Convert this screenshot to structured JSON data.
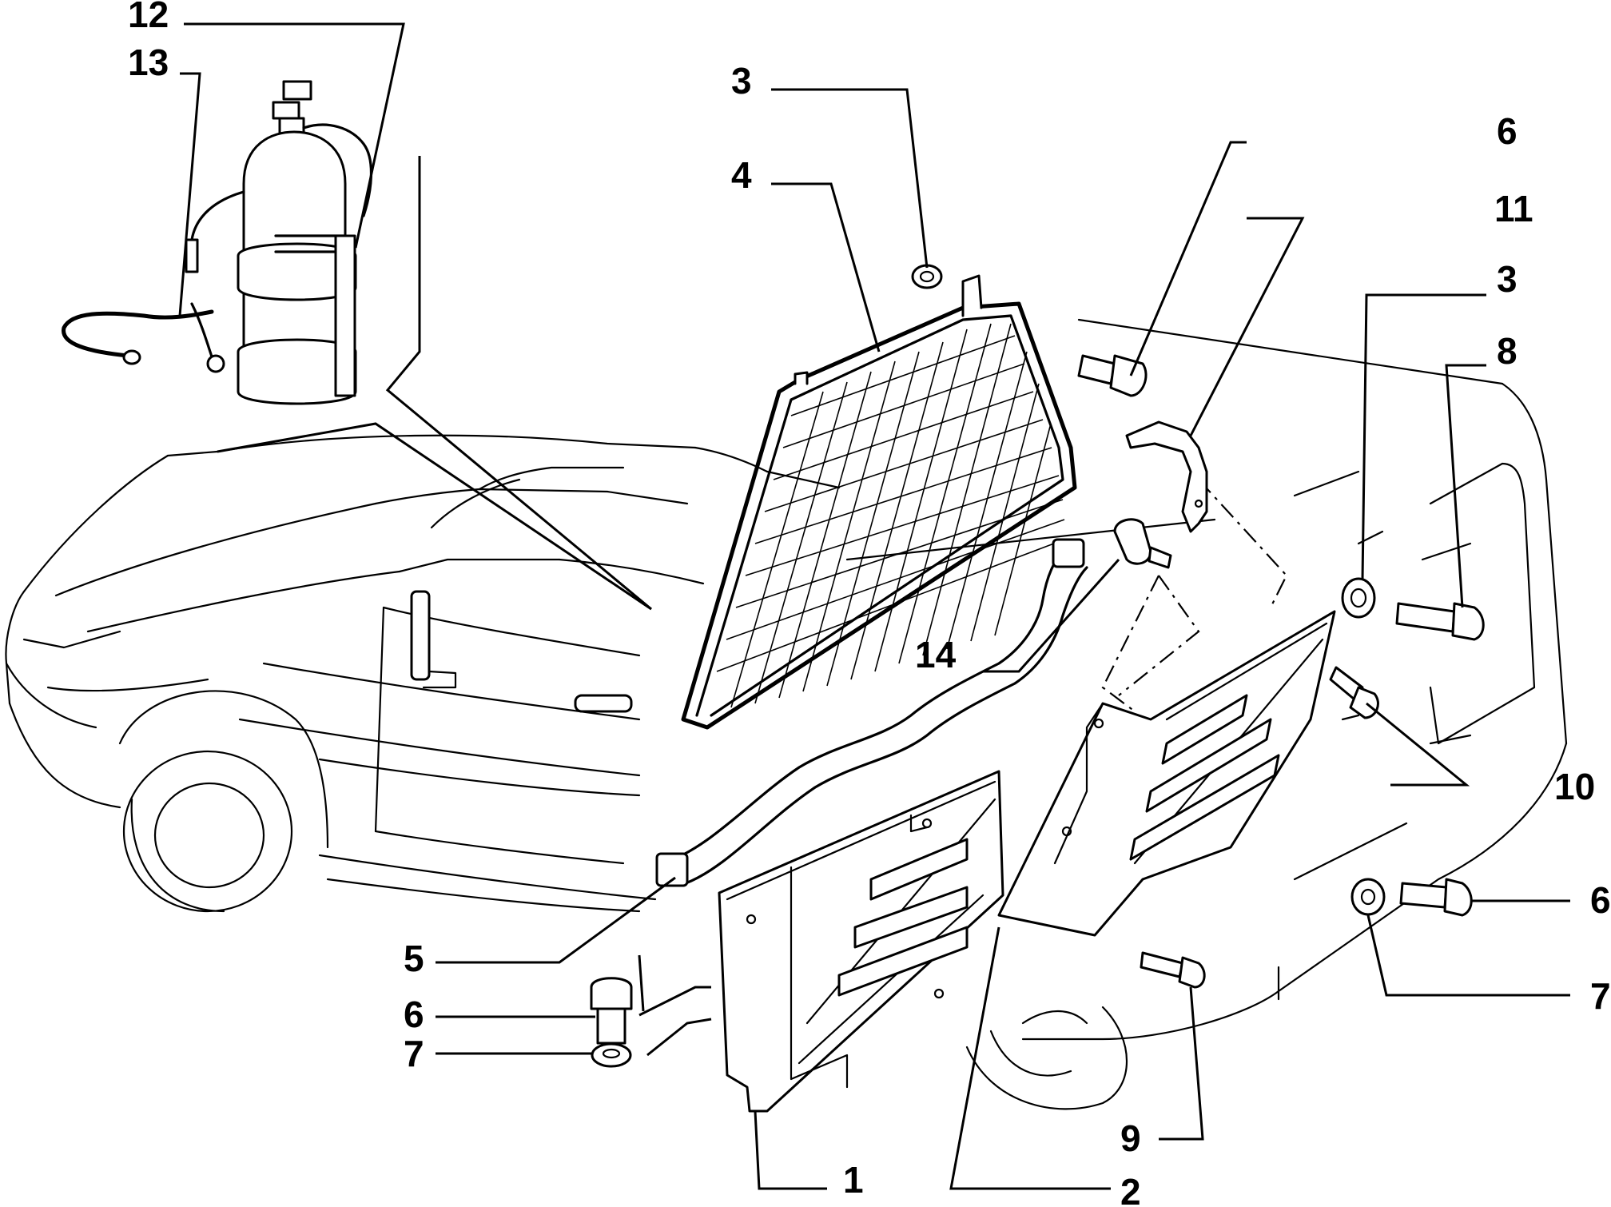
{
  "callouts": [
    {
      "id": "c12",
      "label": "12"
    },
    {
      "id": "c13",
      "label": "13"
    },
    {
      "id": "c3a",
      "label": "3"
    },
    {
      "id": "c4",
      "label": "4"
    },
    {
      "id": "c6a",
      "label": "6"
    },
    {
      "id": "c11",
      "label": "11"
    },
    {
      "id": "c3b",
      "label": "3"
    },
    {
      "id": "c8",
      "label": "8"
    },
    {
      "id": "c14",
      "label": "14"
    },
    {
      "id": "c10",
      "label": "10"
    },
    {
      "id": "c6b",
      "label": "6"
    },
    {
      "id": "c7b",
      "label": "7"
    },
    {
      "id": "c5",
      "label": "5"
    },
    {
      "id": "c6c",
      "label": "6"
    },
    {
      "id": "c7c",
      "label": "7"
    },
    {
      "id": "c9",
      "label": "9"
    },
    {
      "id": "c1",
      "label": "1"
    },
    {
      "id": "c2",
      "label": "2"
    }
  ]
}
